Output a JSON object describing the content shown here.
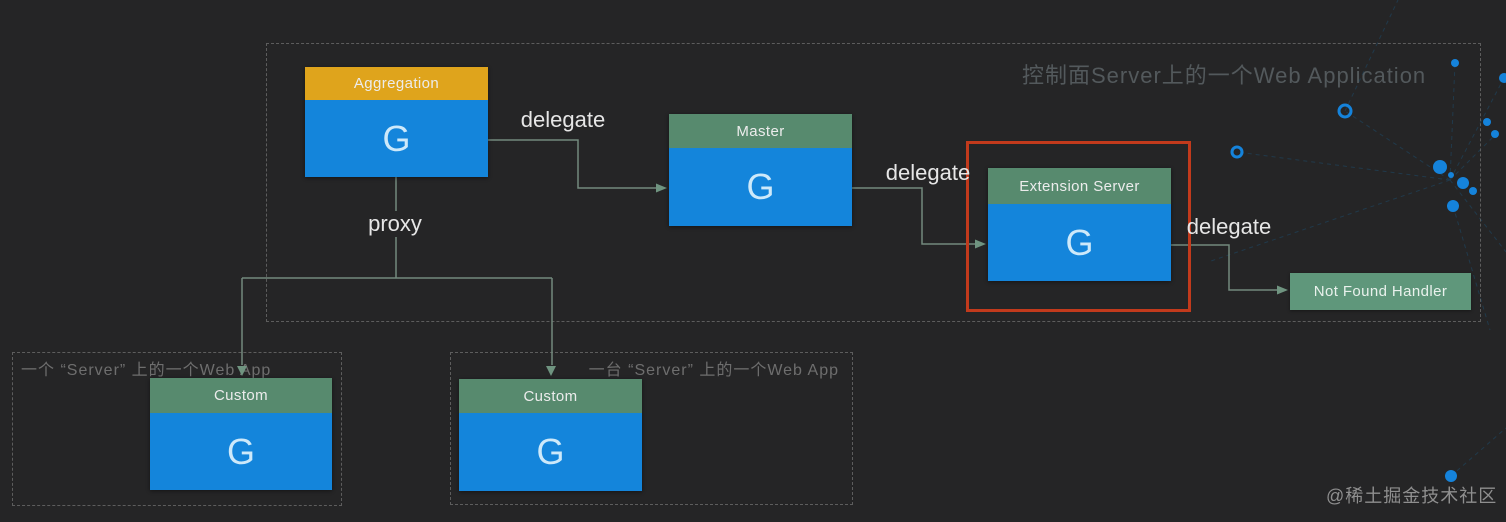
{
  "main_group": {
    "title": "控制面Server上的一个Web Application",
    "nodes": {
      "aggregation": {
        "title": "Aggregation",
        "letter": "G"
      },
      "master": {
        "title": "Master",
        "letter": "G"
      },
      "extension": {
        "title": "Extension Server",
        "letter": "G"
      },
      "not_found": {
        "label": "Not Found Handler"
      }
    },
    "edges": {
      "delegate_agg_master": "delegate",
      "delegate_master_ext": "delegate",
      "delegate_ext_nfh": "delegate",
      "proxy": "proxy"
    }
  },
  "left_group": {
    "caption": "一个 “Server” 上的一个Web App",
    "node": {
      "title": "Custom",
      "letter": "G"
    }
  },
  "right_group": {
    "caption": "一台 “Server” 上的一个Web App",
    "node": {
      "title": "Custom",
      "letter": "G"
    }
  },
  "watermark": "@稀土掘金技术社区",
  "colors": {
    "background": "#252526",
    "box_blue": "#1485db",
    "header_orange": "#dfa41c",
    "header_green": "#578a6e",
    "not_found_green": "#5f977b",
    "highlight_red": "#c23a1c",
    "connector_green_gray": "#73897d",
    "decoration_blue": "#1583db",
    "dashed_border_gray": "#5d5d5d"
  }
}
